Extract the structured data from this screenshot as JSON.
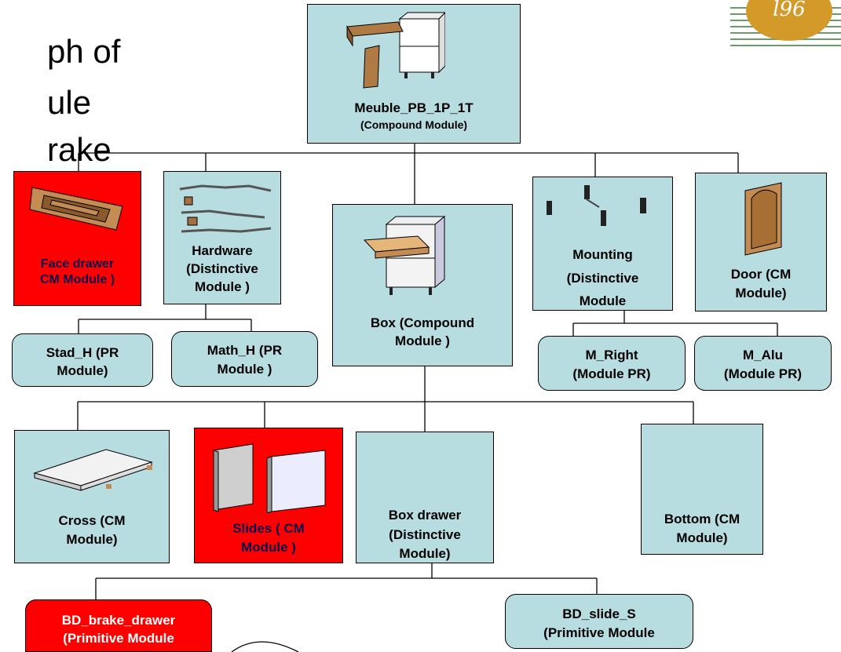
{
  "slide": {
    "background_text": [
      "ph of",
      "ule",
      "rake"
    ],
    "logo": {
      "icon": "institution-logo",
      "text": "l96"
    }
  },
  "nodes": {
    "meuble": {
      "name": "Meuble_PB_1P_1T",
      "type": "(Compound Module)",
      "color": "#b8dde0"
    },
    "face_drawer": {
      "line1": "Face drawer",
      "line2": "CM Module )",
      "color": "#ff0000"
    },
    "hardware": {
      "line1": "Hardware",
      "line2": "(Distinctive",
      "line3": "Module )",
      "color": "#b8dde0"
    },
    "box": {
      "line1": "Box  (Compound",
      "line2": "Module )",
      "color": "#b8dde0"
    },
    "mounting": {
      "line1": "Mounting",
      "line2": "(Distinctive",
      "line3": "Module",
      "color": "#b8dde0"
    },
    "door": {
      "line1": "Door (CM",
      "line2": "Module)",
      "color": "#b8dde0"
    },
    "stad_h": {
      "line1": "Stad_H (PR",
      "line2": "Module)",
      "color": "#b8dde0"
    },
    "math_h": {
      "line1": "Math_H (PR",
      "line2": "Module )",
      "color": "#b8dde0"
    },
    "m_right": {
      "line1": "M_Right",
      "line2": "(Module PR)",
      "color": "#b8dde0"
    },
    "m_alu": {
      "line1": "M_Alu",
      "line2": "(Module PR)",
      "color": "#b8dde0"
    },
    "cross": {
      "line1": "Cross (CM",
      "line2": "Module)",
      "color": "#b8dde0"
    },
    "slides": {
      "line1": "Slides ( CM",
      "line2": "Module )",
      "color": "#ff0000"
    },
    "box_drawer": {
      "line1": "Box drawer",
      "line2": "(Distinctive",
      "line3": "Module)",
      "color": "#b8dde0"
    },
    "bottom": {
      "line1": "Bottom (CM",
      "line2": "Module)",
      "color": "#b8dde0"
    },
    "bd_brake_drawer": {
      "line1": "BD_brake_drawer",
      "line2": "(Primitive Module",
      "color": "#ff0000"
    },
    "bd_slide_s": {
      "line1": "BD_slide_S",
      "line2": "(Primitive Module",
      "color": "#b8dde0"
    }
  },
  "icons": {
    "meuble": "cabinet-with-drawer-and-door-icon",
    "face_drawer": "drawer-front-icon",
    "hardware": "hinge-hardware-icon",
    "box": "cabinet-box-icon",
    "mounting": "mounting-feet-icon",
    "door": "cabinet-door-icon",
    "cross": "cross-panel-icon",
    "slides": "side-panels-icon"
  }
}
